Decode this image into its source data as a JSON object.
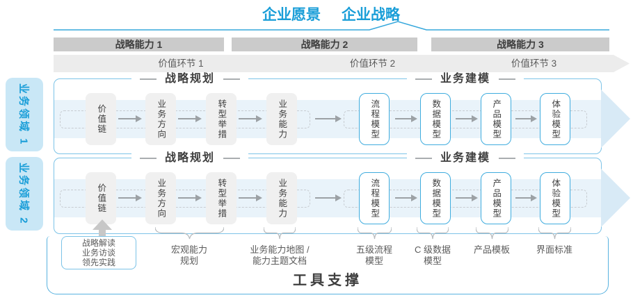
{
  "title": {
    "vision": "企业愿景",
    "strategy": "企业战略"
  },
  "strip": {
    "capabilities": [
      "战略能力 1",
      "战略能力 2",
      "战略能力 3"
    ],
    "value_links": [
      "价值环节 1",
      "价值环节 2",
      "价值环节 3"
    ]
  },
  "sidebar": {
    "domain1": "业务领域 1",
    "domain2": "业务领域 2"
  },
  "flow": {
    "planning": {
      "title": "战略规划",
      "boxes": [
        "价值链",
        "业务方向",
        "转型举措",
        "业务能力"
      ]
    },
    "modeling": {
      "title": "业务建模",
      "boxes": [
        "流程模型",
        "数据模型",
        "产品模型",
        "体验模型"
      ]
    }
  },
  "annotations": {
    "practice_box": "战略解读\n业务访谈\n领先实践",
    "macro_capability": "宏观能力\n规划",
    "capability_map": "业务能力地图 /\n能力主题文档",
    "process_model": "五级流程\n模型",
    "data_model": "C 级数据\n模型",
    "product_template": "产品模板",
    "ui_standard": "界面标准"
  },
  "footer": {
    "title": "工具支撑"
  },
  "colors": {
    "accent": "#1A9ED8",
    "line-blue": "#35A7DC",
    "row-border": "#7CC3E7",
    "big-border": "#58B2DF",
    "sidebar-bg": "#C9E7F6",
    "band": "#E9F3FA",
    "band-head": "#D8EAF6",
    "graybox": "#F0F0F0",
    "bar-bg": "#CBCBCB",
    "chev-bg": "#ECECEC"
  }
}
